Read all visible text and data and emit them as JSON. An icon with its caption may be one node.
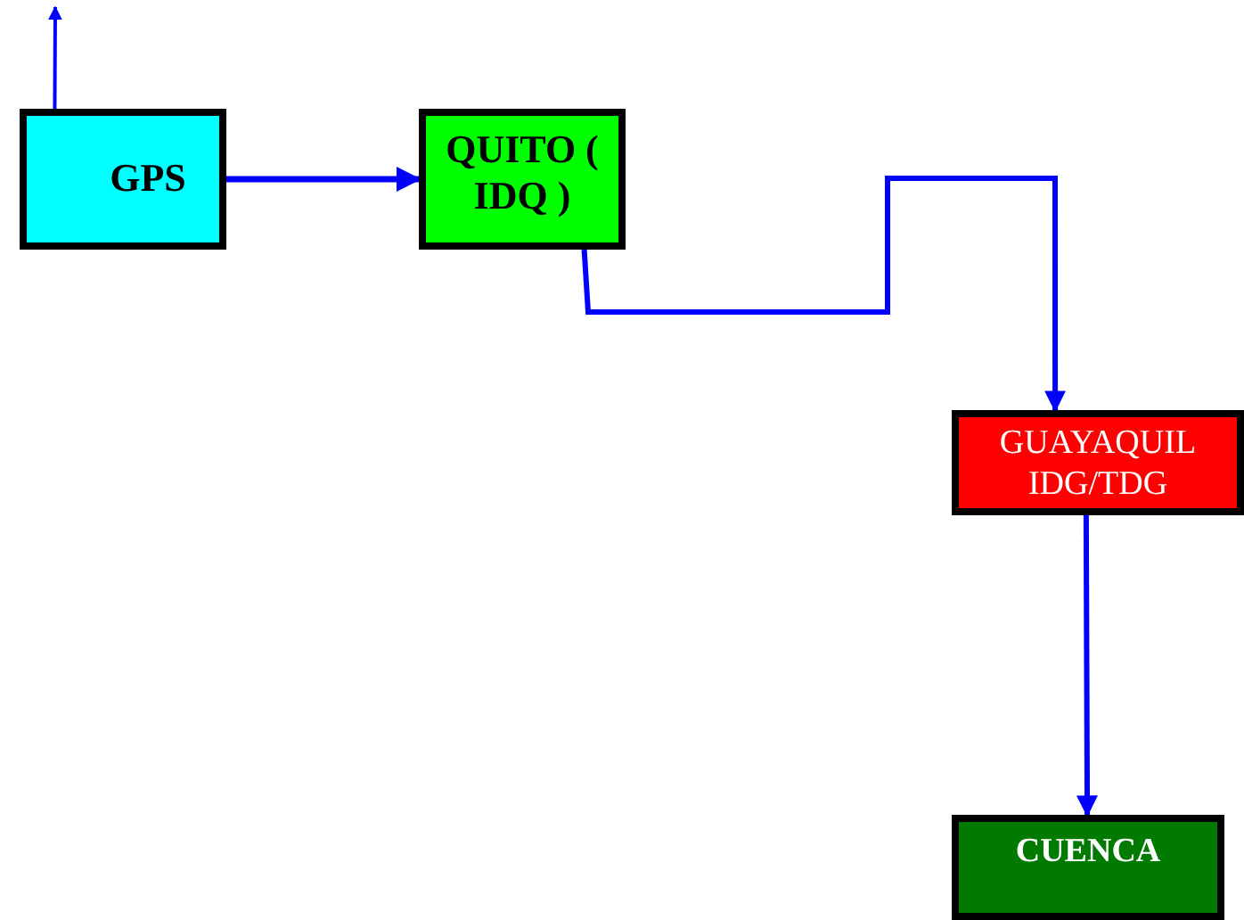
{
  "diagram": {
    "nodes": [
      {
        "text": [
          "GPS"
        ]
      },
      {
        "text": [
          "QUITO ( IDQ )"
        ]
      },
      {
        "text": [
          "GUAYAQUIL IDG/TDG"
        ]
      },
      {
        "text": [
          "CUENCA"
        ]
      }
    ],
    "edges": [
      {
        "from": 0,
        "to": null,
        "arrow": "to"
      },
      {
        "from": 0,
        "to": 1,
        "arrow": "to"
      },
      {
        "from": 1,
        "to": 2,
        "arrow": "to"
      },
      {
        "from": 2,
        "to": 3,
        "arrow": "to"
      }
    ]
  }
}
